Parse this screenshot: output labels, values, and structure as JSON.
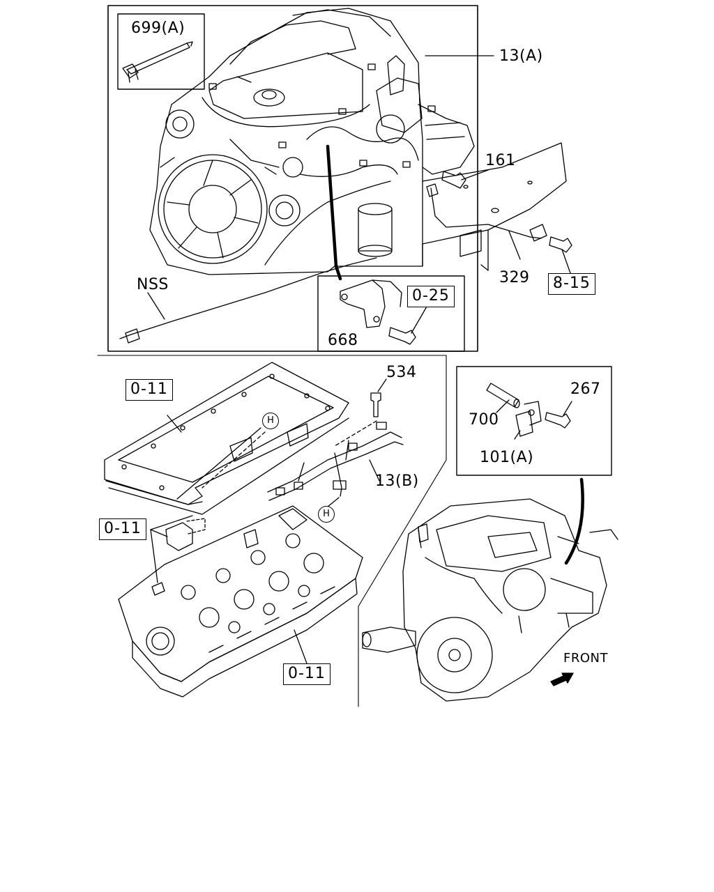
{
  "top_section": {
    "inset_699a": {
      "label": "699(A)"
    },
    "ref_13a": "13(A)",
    "ref_161": "161",
    "ref_nss": "NSS",
    "ref_329": "329",
    "ref_8_15": "8-15",
    "inset_bracket": {
      "ref_0_25": "0-25",
      "ref_668": "668"
    }
  },
  "bottom_left": {
    "ref_0_11_top": "0-11",
    "ref_534": "534",
    "marker_h_upper": "H",
    "ref_13b": "13(B)",
    "marker_h_lower": "H",
    "ref_0_11_mid": "0-11",
    "ref_0_11_bottom": "0-11"
  },
  "bottom_right": {
    "inset_700": {
      "ref_700": "700",
      "ref_267": "267",
      "ref_101a": "101(A)"
    },
    "front_label": "FRONT"
  }
}
